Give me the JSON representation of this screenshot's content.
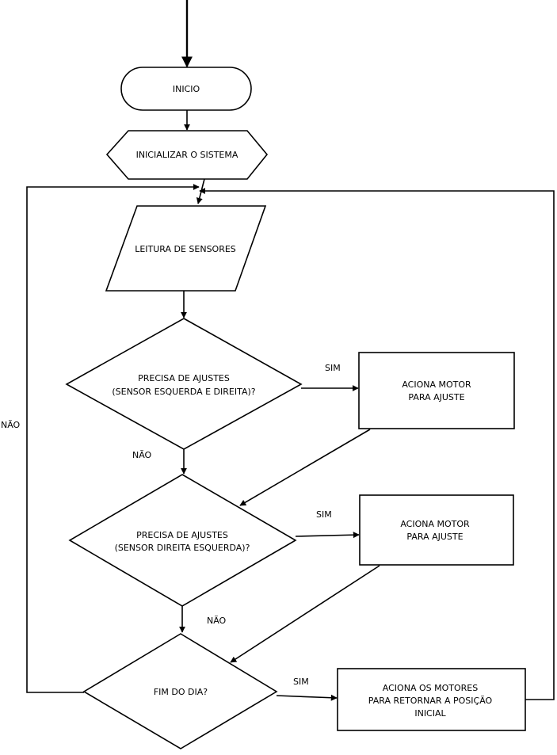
{
  "nodes": {
    "start": {
      "label": "INICIO"
    },
    "init": {
      "label": "INICIALIZAR O SISTEMA"
    },
    "read": {
      "label": "LEITURA DE SENSORES"
    },
    "decision1": {
      "line1": "PRECISA DE AJUSTES",
      "line2": "(SENSOR ESQUERDA E DIREITA)?"
    },
    "action1": {
      "line1": "ACIONA MOTOR",
      "line2": "PARA AJUSTE"
    },
    "decision2": {
      "line1": "PRECISA DE AJUSTES",
      "line2": "(SENSOR DIREITA ESQUERDA)?"
    },
    "action2": {
      "line1": "ACIONA MOTOR",
      "line2": "PARA AJUSTE"
    },
    "decision3": {
      "label": "FIM DO DIA?"
    },
    "action3": {
      "line1": "ACIONA OS MOTORES",
      "line2": "PARA RETORNAR A POSIÇÃO",
      "line3": "INICIAL"
    }
  },
  "edges": {
    "d1_yes": "SIM",
    "d1_no": "NÃO",
    "d2_yes": "SIM",
    "d2_no": "NÃO",
    "d3_yes": "SIM",
    "d3_no": "NÃO"
  },
  "colors": {
    "stroke": "#000000",
    "fill": "#ffffff"
  }
}
